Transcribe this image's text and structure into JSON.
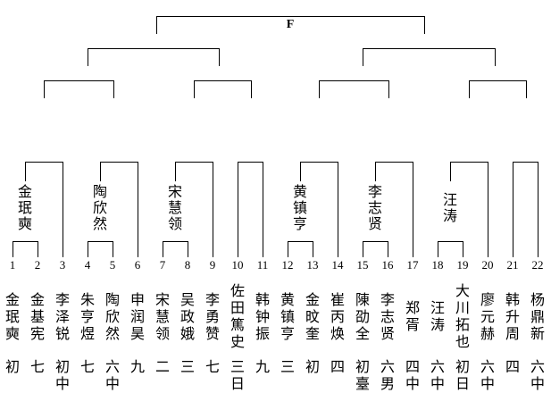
{
  "final": {
    "label": "F"
  },
  "players": [
    {
      "no": "1",
      "name": "金珉奭",
      "rank": "初"
    },
    {
      "no": "2",
      "name": "金基宪",
      "rank": "七"
    },
    {
      "no": "3",
      "name": "李泽锐",
      "rank": "初中"
    },
    {
      "no": "4",
      "name": "朱亨煜",
      "rank": "七"
    },
    {
      "no": "5",
      "name": "陶欣然",
      "rank": "六中"
    },
    {
      "no": "6",
      "name": "申润昊",
      "rank": "九"
    },
    {
      "no": "7",
      "name": "宋慧领",
      "rank": "二"
    },
    {
      "no": "8",
      "name": "吴政娥",
      "rank": "三"
    },
    {
      "no": "9",
      "name": "李勇赞",
      "rank": "七"
    },
    {
      "no": "10",
      "name": "佐田篤史",
      "rank": "三日"
    },
    {
      "no": "11",
      "name": "韩钟振",
      "rank": "九"
    },
    {
      "no": "12",
      "name": "黄镇亨",
      "rank": "三"
    },
    {
      "no": "13",
      "name": "金旼奎",
      "rank": "初"
    },
    {
      "no": "14",
      "name": "崔丙焕",
      "rank": "四"
    },
    {
      "no": "15",
      "name": "陳劭全",
      "rank": "初臺"
    },
    {
      "no": "16",
      "name": "李志贤",
      "rank": "六男"
    },
    {
      "no": "17",
      "name": "郑胥",
      "rank": "四中"
    },
    {
      "no": "18",
      "name": "汪涛",
      "rank": "六中"
    },
    {
      "no": "19",
      "name": "大川拓也",
      "rank": "初日"
    },
    {
      "no": "20",
      "name": "廖元赫",
      "rank": "六中"
    },
    {
      "no": "21",
      "name": "韩升周",
      "rank": "四"
    },
    {
      "no": "22",
      "name": "杨鼎新",
      "rank": "六中"
    }
  ],
  "round1_matches": [
    {
      "players": [
        1,
        2
      ],
      "winner": "金珉奭"
    },
    {
      "players": [
        4,
        5
      ],
      "winner": "陶欣然"
    },
    {
      "players": [
        7,
        8
      ],
      "winner": "宋慧领"
    },
    {
      "players": [
        12,
        13
      ],
      "winner": "黄镇亨"
    },
    {
      "players": [
        15,
        16
      ],
      "winner": "李志贤"
    },
    {
      "players": [
        18,
        19
      ],
      "winner": "汪涛"
    }
  ],
  "round2_matches": [
    {
      "winner_of": [
        1,
        2
      ],
      "vs": 3
    },
    {
      "winner_of": [
        4,
        5
      ],
      "vs": 6
    },
    {
      "winner_of": [
        7,
        8
      ],
      "vs": 9
    },
    {
      "pair": [
        10,
        11
      ]
    },
    {
      "winner_of": [
        12,
        13
      ],
      "vs": 14
    },
    {
      "winner_of": [
        15,
        16
      ],
      "vs": 17
    },
    {
      "winner_of": [
        18,
        19
      ],
      "vs": 20
    },
    {
      "pair": [
        21,
        22
      ]
    }
  ]
}
